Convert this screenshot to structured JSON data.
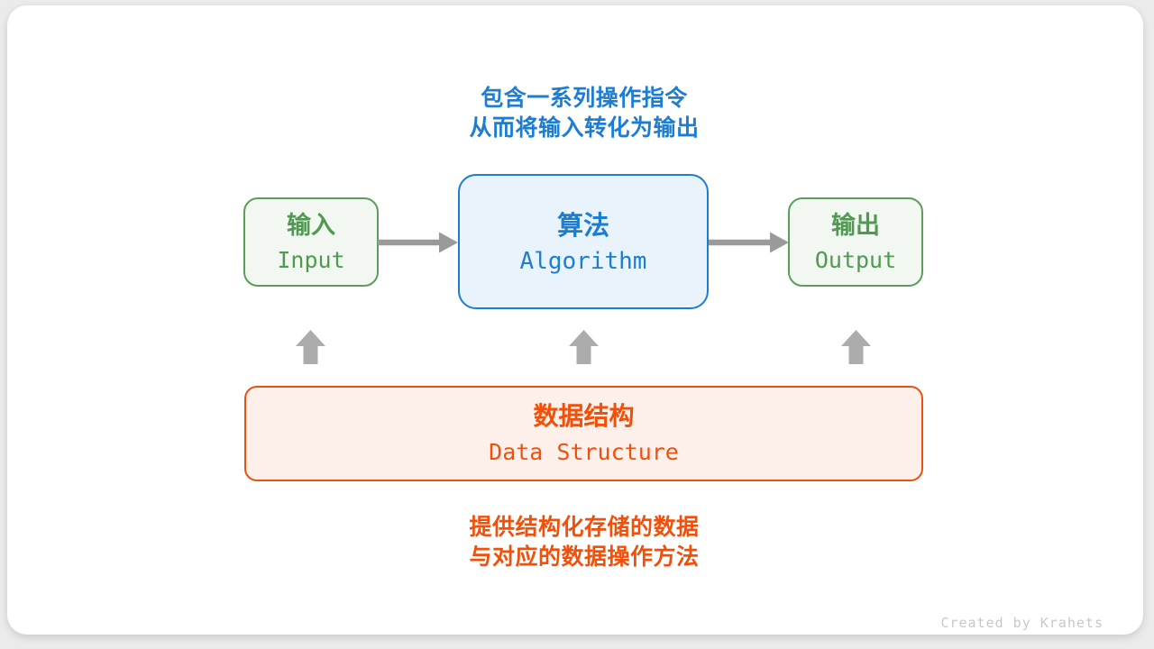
{
  "page": {
    "background_color": "#ebebeb",
    "card_color": "#ffffff"
  },
  "top_caption": {
    "line1": "包含一系列操作指令",
    "line2": "从而将输入转化为输出",
    "color": "#1c7dd2"
  },
  "nodes": {
    "input": {
      "title": "输入",
      "subtitle": "Input",
      "border_color": "#5a9e5a",
      "bg_color": "#f2f7f1",
      "text_color": "#4f9a51"
    },
    "algorithm": {
      "title": "算法",
      "subtitle": "Algorithm",
      "border_color": "#1c7dd2",
      "bg_color": "#e8f3fb",
      "text_color": "#1c7dd2"
    },
    "output": {
      "title": "输出",
      "subtitle": "Output",
      "border_color": "#5a9e5a",
      "bg_color": "#f2f7f1",
      "text_color": "#4f9a51"
    },
    "data_structure": {
      "title": "数据结构",
      "subtitle": "Data Structure",
      "border_color": "#ea500f",
      "bg_color": "#fdf0ea",
      "text_color": "#f1500a"
    }
  },
  "bottom_caption": {
    "line1": "提供结构化存储的数据",
    "line2": "与对应的数据操作方法",
    "color": "#f1500a"
  },
  "arrows": {
    "horizontal_color": "#9a9a9a",
    "up_color": "#acacac"
  },
  "credit": {
    "text": "Created by Krahets",
    "color": "#c8c8c8"
  }
}
